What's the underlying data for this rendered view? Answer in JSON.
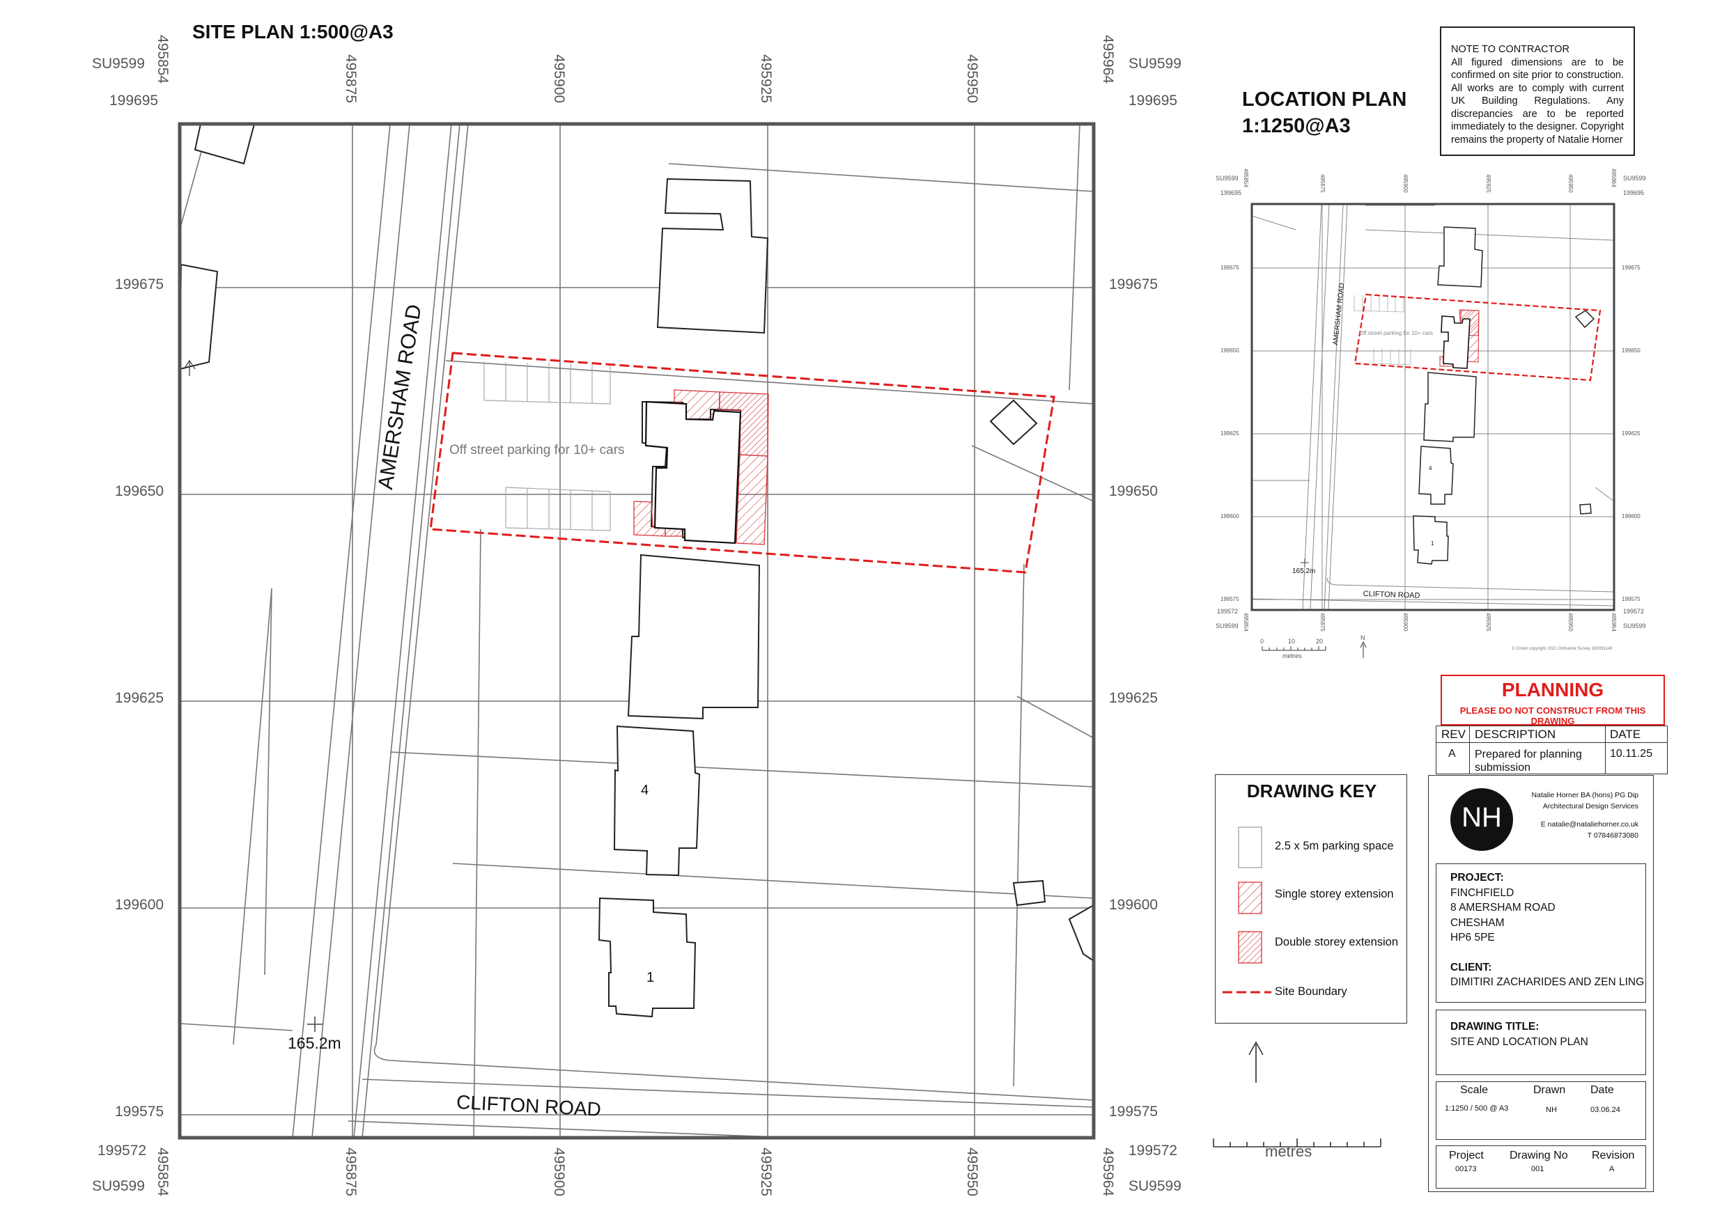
{
  "site_plan": {
    "title": "SITE PLAN 1:500@A3",
    "grid_ref": "SU9599",
    "top_northing": "199695",
    "bottom_northing": "199572",
    "left_easting": "495854",
    "right_easting": "495964",
    "eastings": [
      "495875",
      "495900",
      "495925",
      "495950"
    ],
    "northings": [
      "199675",
      "199650",
      "199625",
      "199600",
      "199575"
    ],
    "road_amersham": "AMERSHAM ROAD",
    "road_clifton": "CLIFTON ROAD",
    "parking_text": "Off street parking for 10+ cars",
    "house_4": "4",
    "house_1": "1",
    "spot_height": "165.2m"
  },
  "location_plan": {
    "title_line1": "LOCATION PLAN",
    "title_line2": "1:1250@A3",
    "grid_ref": "SU9599",
    "top_northing": "199695",
    "bottom_northing": "199572",
    "left_easting": "495854",
    "right_easting": "495964",
    "eastings": [
      "495875",
      "495900",
      "495925",
      "495950"
    ],
    "northings": [
      "199675",
      "199650",
      "199625",
      "199600",
      "199575"
    ],
    "road_amersham": "AMERSHAM ROAD",
    "road_clifton": "CLIFTON ROAD",
    "parking_text": "Off street parking for 10+ cars",
    "house_4": "4",
    "house_1": "1",
    "spot_height": "165.2m",
    "scale_ticks": [
      "0",
      "10",
      "20"
    ],
    "scale_unit": "metres",
    "north_letter": "N",
    "copyright": "© Crown copyright 2021 Ordnance Survey 100053143"
  },
  "note": {
    "heading": "NOTE TO CONTRACTOR",
    "body": "All figured dimensions are to be confirmed on site prior to construction. All works are to comply with current UK Building Regulations. Any discrepancies are to be reported immediately to the designer. Copyright remains the property of Natalie Horner"
  },
  "planning": {
    "title": "PLANNING",
    "subtitle": "PLEASE DO NOT CONSTRUCT FROM THIS DRAWING"
  },
  "revisions": {
    "headers": [
      "REV",
      "DESCRIPTION",
      "DATE"
    ],
    "rows": [
      [
        "A",
        "Prepared for planning submission",
        "10.11.25"
      ]
    ]
  },
  "drawing_key": {
    "title": "DRAWING KEY",
    "items": [
      "2.5 x 5m parking space",
      "Single storey extension",
      "Double storey extension",
      "Site Boundary"
    ]
  },
  "designer": {
    "logo": "NH",
    "line1": "Natalie Horner BA (hons) PG Dip",
    "line2": "Architectural Design Services",
    "email": "E natalie@nataliehorner.co.uk",
    "phone": "T 07846873080"
  },
  "project": {
    "label": "PROJECT:",
    "lines": [
      "FINCHFIELD",
      "8 AMERSHAM ROAD",
      "CHESHAM",
      "HP6 5PE"
    ],
    "client_label": "CLIENT:",
    "client": "DIMITIRI ZACHARIDES AND ZEN LING"
  },
  "drawing_title": {
    "label": "DRAWING TITLE:",
    "value": "SITE AND LOCATION PLAN"
  },
  "title_block": {
    "scale_h": "Scale",
    "drawn_h": "Drawn",
    "date_h": "Date",
    "scale_v": "1:1250 / 500 @ A3",
    "drawn_v": "NH",
    "date_v": "03.06.24",
    "project_h": "Project",
    "drawing_no_h": "Drawing No",
    "revision_h": "Revision",
    "project_v": "00173",
    "drawing_no_v": "001",
    "revision_v": "A"
  },
  "main_scale_unit": "metres",
  "colors": {
    "boundary": "#e21b1b",
    "hatch": "#d8353a",
    "frame": "#555555"
  }
}
